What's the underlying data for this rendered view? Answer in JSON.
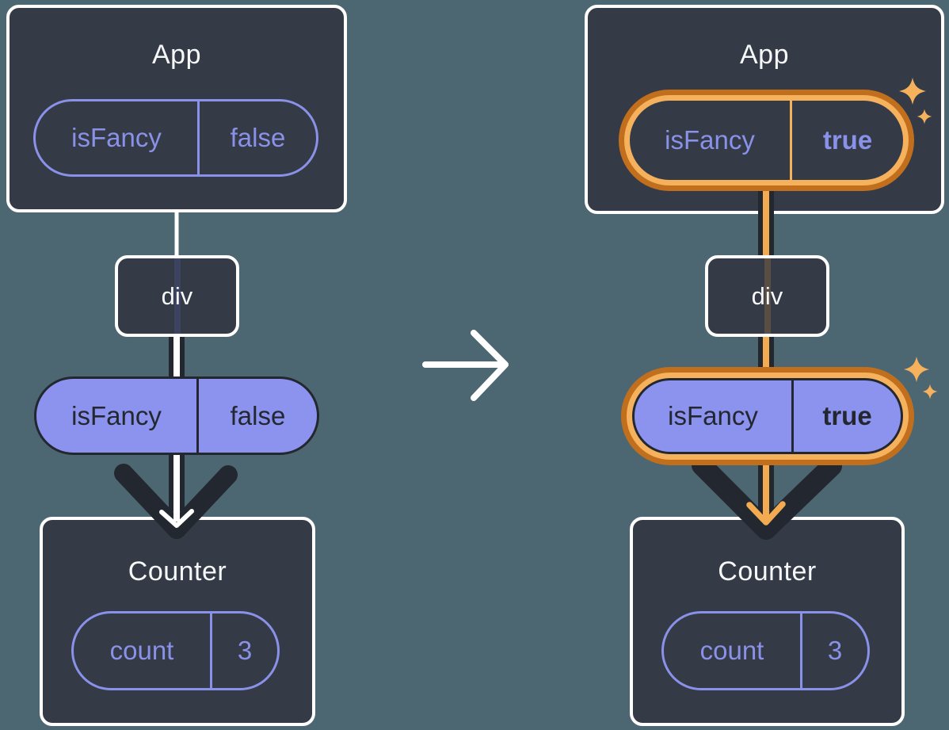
{
  "colors": {
    "background": "#4C6772",
    "card": "#343A46",
    "card_border": "#FFFFFF",
    "dark_stroke": "#23272F",
    "purple": "#8A91E8",
    "purple_fill": "#8C93EF",
    "orange_light": "#F5B15C",
    "orange_dark": "#C26F1D",
    "orange_flow_line": "#F3AB52",
    "title_text": "#F6F7F9"
  },
  "icons": {
    "transition": "arrow-right-icon",
    "highlight": "sparkle-icon"
  },
  "before": {
    "app": {
      "title": "App",
      "state": {
        "key": "isFancy",
        "value": "false"
      }
    },
    "container": {
      "label": "div"
    },
    "prop": {
      "key": "isFancy",
      "value": "false"
    },
    "counter": {
      "title": "Counter",
      "state": {
        "key": "count",
        "value": "3"
      }
    }
  },
  "after": {
    "app": {
      "title": "App",
      "state": {
        "key": "isFancy",
        "value": "true"
      }
    },
    "container": {
      "label": "div"
    },
    "prop": {
      "key": "isFancy",
      "value": "true"
    },
    "counter": {
      "title": "Counter",
      "state": {
        "key": "count",
        "value": "3"
      }
    }
  }
}
